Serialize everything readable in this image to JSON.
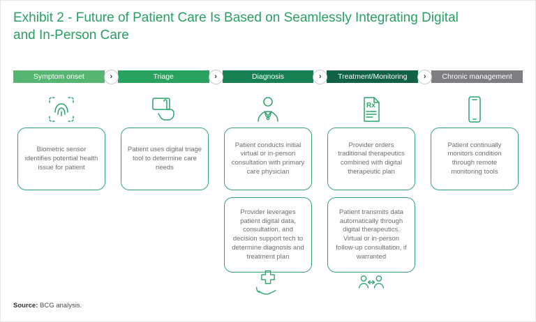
{
  "title": "Exhibit 2 - Future of Patient Care Is Based on Seamlessly Integrating Digital and In-Person Care",
  "colors": {
    "title_green": "#28a061",
    "stage_colors": [
      "#56b570",
      "#27a25f",
      "#188153",
      "#0f6148",
      "#7c7e81"
    ],
    "card_border_green": "#36a571",
    "body_text_gray": "#6d6e71",
    "icon_green": "#2ba46a"
  },
  "icons": {
    "chevron": "›",
    "names": [
      "fingerprint-scan-icon",
      "hand-tap-icon",
      "doctor-icon",
      "prescription-icon",
      "tablet-icon",
      "medical-hand-icon",
      "people-exchange-icon",
      "chevron-right-icon"
    ]
  },
  "stages": [
    {
      "label": "Symptom onset"
    },
    {
      "label": "Triage"
    },
    {
      "label": "Diagnosis"
    },
    {
      "label": "Treatment/Monitoring"
    },
    {
      "label": "Chronic management"
    }
  ],
  "columns": [
    {
      "card": "Biometric sensor identifies potential health issue for patient"
    },
    {
      "card": "Patient uses digital triage tool to determine care needs"
    },
    {
      "card": "Patient conducts initial virtual or in-person consultation with primary care physician",
      "card2": "Provider leverages patient digital data, consultation, and decision support tech to determine diagnosis and treatment plan"
    },
    {
      "card": "Provider orders traditional therapeutics combined with digital therapeutic plan",
      "card2": "Patient transmits data automatically through digital therapeutics. Virtual or in-person follow-up consultation, if warranted"
    },
    {
      "card": "Patient continually monitors condition through remote monitoring tools"
    }
  ],
  "source": {
    "label": "Source:",
    "text": " BCG analysis."
  }
}
